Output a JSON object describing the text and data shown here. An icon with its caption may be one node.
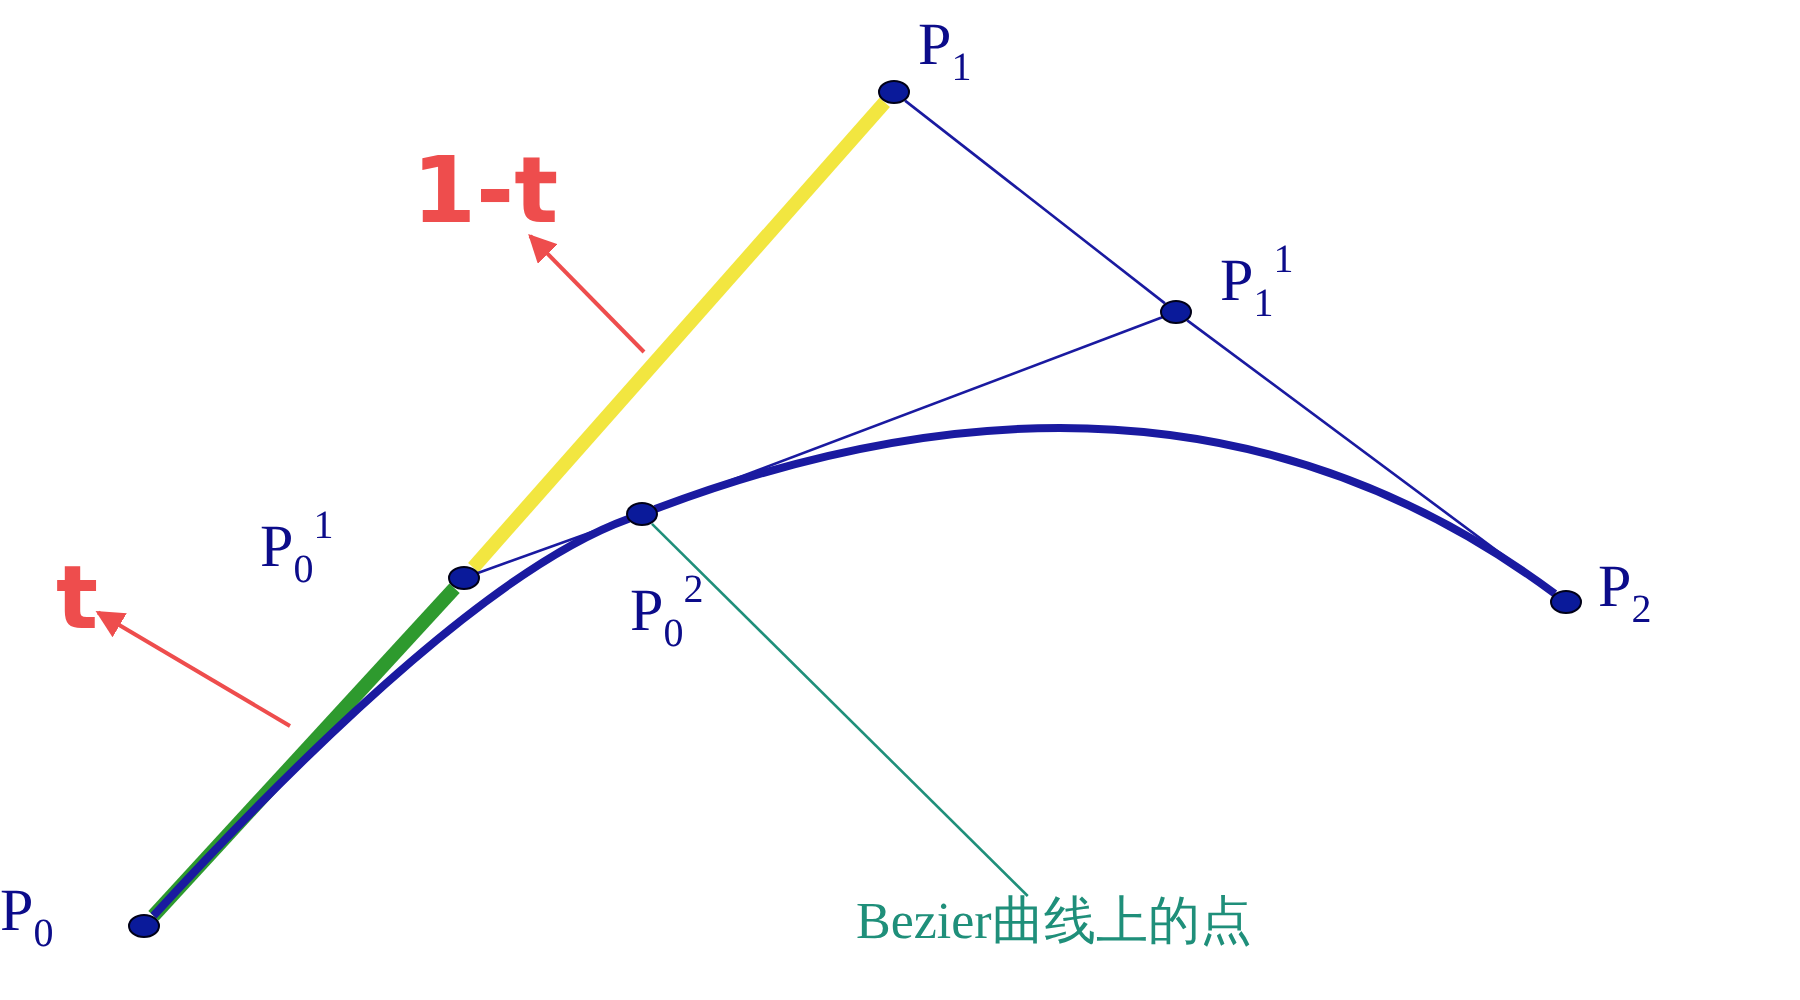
{
  "diagram": {
    "nodes": [
      {
        "text": [
          "P$_{1}$"
        ]
      },
      {
        "text": [
          "1-t"
        ]
      },
      {
        "text": [
          "P$_{1}$$^{1}$"
        ]
      },
      {
        "text": [
          "P$_{0}$$^{1}$"
        ]
      },
      {
        "text": [
          "P$_{0}$$^{2}$"
        ]
      },
      {
        "text": [
          "P$_{2}$"
        ]
      },
      {
        "text": [
          "t"
        ]
      },
      {
        "text": [
          "P$_{0}$"
        ]
      },
      {
        "text": [
          "Bezier曲线上的点"
        ]
      }
    ],
    "edges": [
      {
        "from": 7,
        "to": 3,
        "arrow": "none",
        "style": "thick",
        "color": "#2e9a2e"
      },
      {
        "from": 3,
        "to": 0,
        "arrow": "none",
        "style": "thick",
        "color": "#f2e640"
      },
      {
        "from": 0,
        "to": 2,
        "arrow": "none"
      },
      {
        "from": 2,
        "to": 5,
        "arrow": "none"
      },
      {
        "from": 3,
        "to": 4,
        "arrow": "none"
      },
      {
        "from": 4,
        "to": 2,
        "arrow": "none"
      },
      {
        "from": 7,
        "to": 4,
        "arrow": "none",
        "style": "thick"
      },
      {
        "from": 4,
        "to": 5,
        "arrow": "none",
        "style": "thick"
      },
      {
        "from": null,
        "to": 1,
        "arrow": "to",
        "color": "#ee4d4d"
      },
      {
        "from": null,
        "to": 6,
        "arrow": "to",
        "color": "#ee4d4d"
      },
      {
        "from": 8,
        "to": 4,
        "arrow": "none",
        "color": "#1f8f7a"
      }
    ]
  }
}
